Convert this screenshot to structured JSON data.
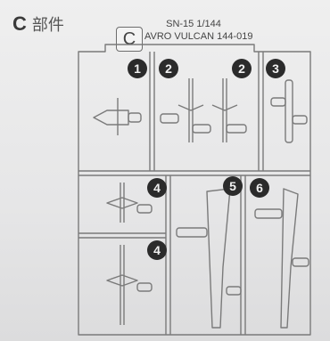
{
  "header": {
    "letter": "C",
    "label": "部件"
  },
  "sprue_tag": {
    "letter": "C"
  },
  "kit_info": {
    "line1": "SN-15  1/144",
    "line2": "AVRO VULCAN  144-019"
  },
  "part_numbers": [
    "1",
    "2",
    "2",
    "3",
    "4",
    "5",
    "6",
    "4"
  ],
  "colors": {
    "frame": "#7a7a7a",
    "marker_fill": "#2b2b2b",
    "marker_text": "#f1f1f1"
  }
}
